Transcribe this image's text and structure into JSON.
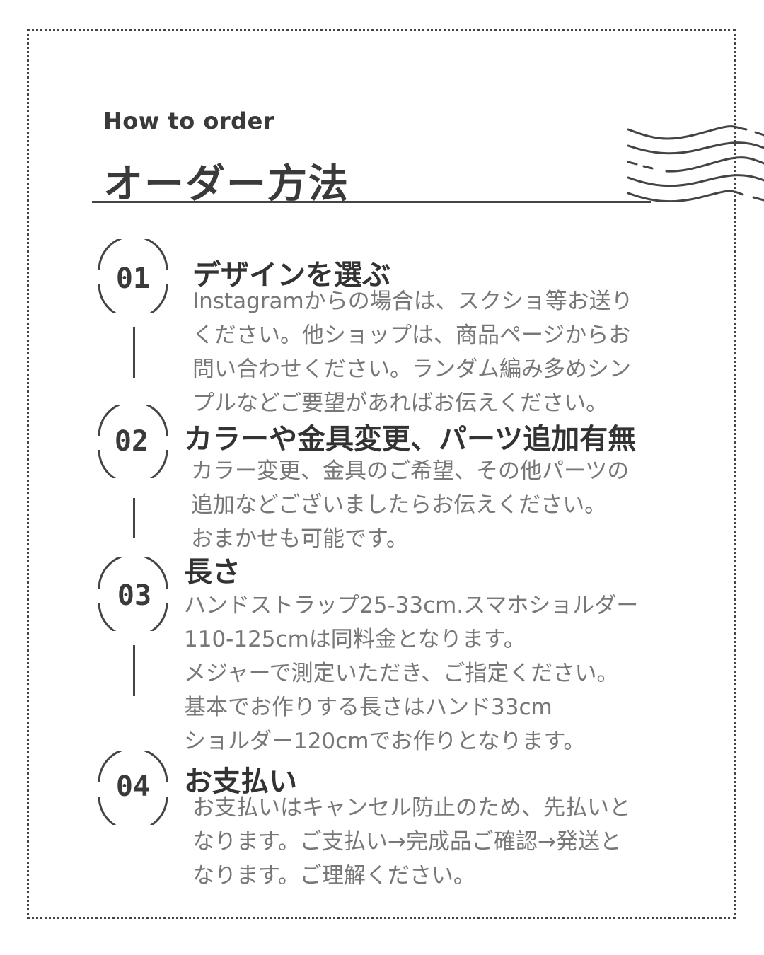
{
  "header": {
    "subtitle": "How to order",
    "title": "オーダー方法"
  },
  "steps": [
    {
      "number": "01",
      "title": "デザインを選ぶ",
      "body": "Instagramからの場合は、スクショ等お送り\nください。他ショップは、商品ページからお\n問い合わせください。ランダム編み多めシン\nプルなどご要望があればお伝えください。"
    },
    {
      "number": "02",
      "title": "カラーや金具変更、パーツ追加有無",
      "body": "カラー変更、金具のご希望、その他パーツの\n追加などございましたらお伝えください。\nおまかせも可能です。"
    },
    {
      "number": "03",
      "title": "長さ",
      "body": "ハンドストラップ25-33cm.スマホショルダー\n110-125cmは同料金となります。\nメジャーで測定いただき、ご指定ください。\n基本でお作りする長さはハンド33cm\nショルダー120cmでお作りとなります。"
    },
    {
      "number": "04",
      "title": "お支払い",
      "body": "お支払いはキャンセル防止のため、先払いと\nなります。ご支払い→完成品ご確認→発送と\nなります。ご理解ください。"
    }
  ],
  "colors": {
    "text_dark": "#3a3a3a",
    "text_body": "#777777",
    "line": "#444444",
    "background": "#ffffff"
  }
}
